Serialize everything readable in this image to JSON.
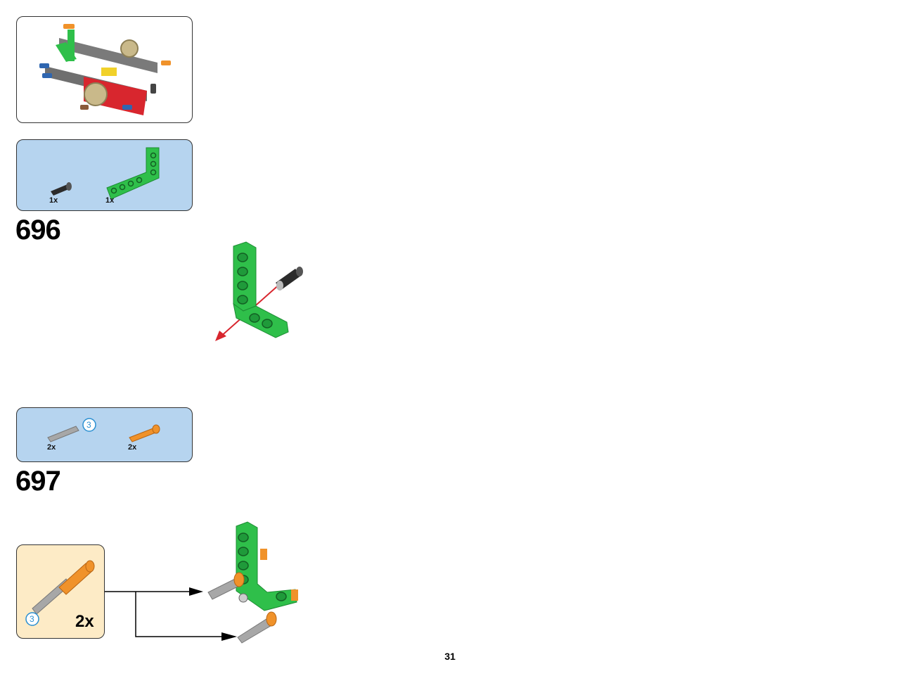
{
  "page_number": "31",
  "steps": [
    {
      "number": "696",
      "parts": [
        {
          "name": "black-pin",
          "qty": "1x"
        },
        {
          "name": "green-l-beam",
          "qty": "1x"
        }
      ]
    },
    {
      "number": "697",
      "parts": [
        {
          "name": "gray-axle",
          "qty": "2x",
          "length_badge": "3"
        },
        {
          "name": "orange-axle-pin",
          "qty": "2x"
        }
      ]
    }
  ],
  "subassembly": {
    "qty": "2x",
    "length_badge": "3"
  },
  "colors": {
    "parts_bg": "#b6d4ef",
    "subassembly_bg": "#fdebc6",
    "beam_green": "#2fbf4a",
    "pin_orange": "#f0922a",
    "arrow_red": "#d8262e"
  }
}
